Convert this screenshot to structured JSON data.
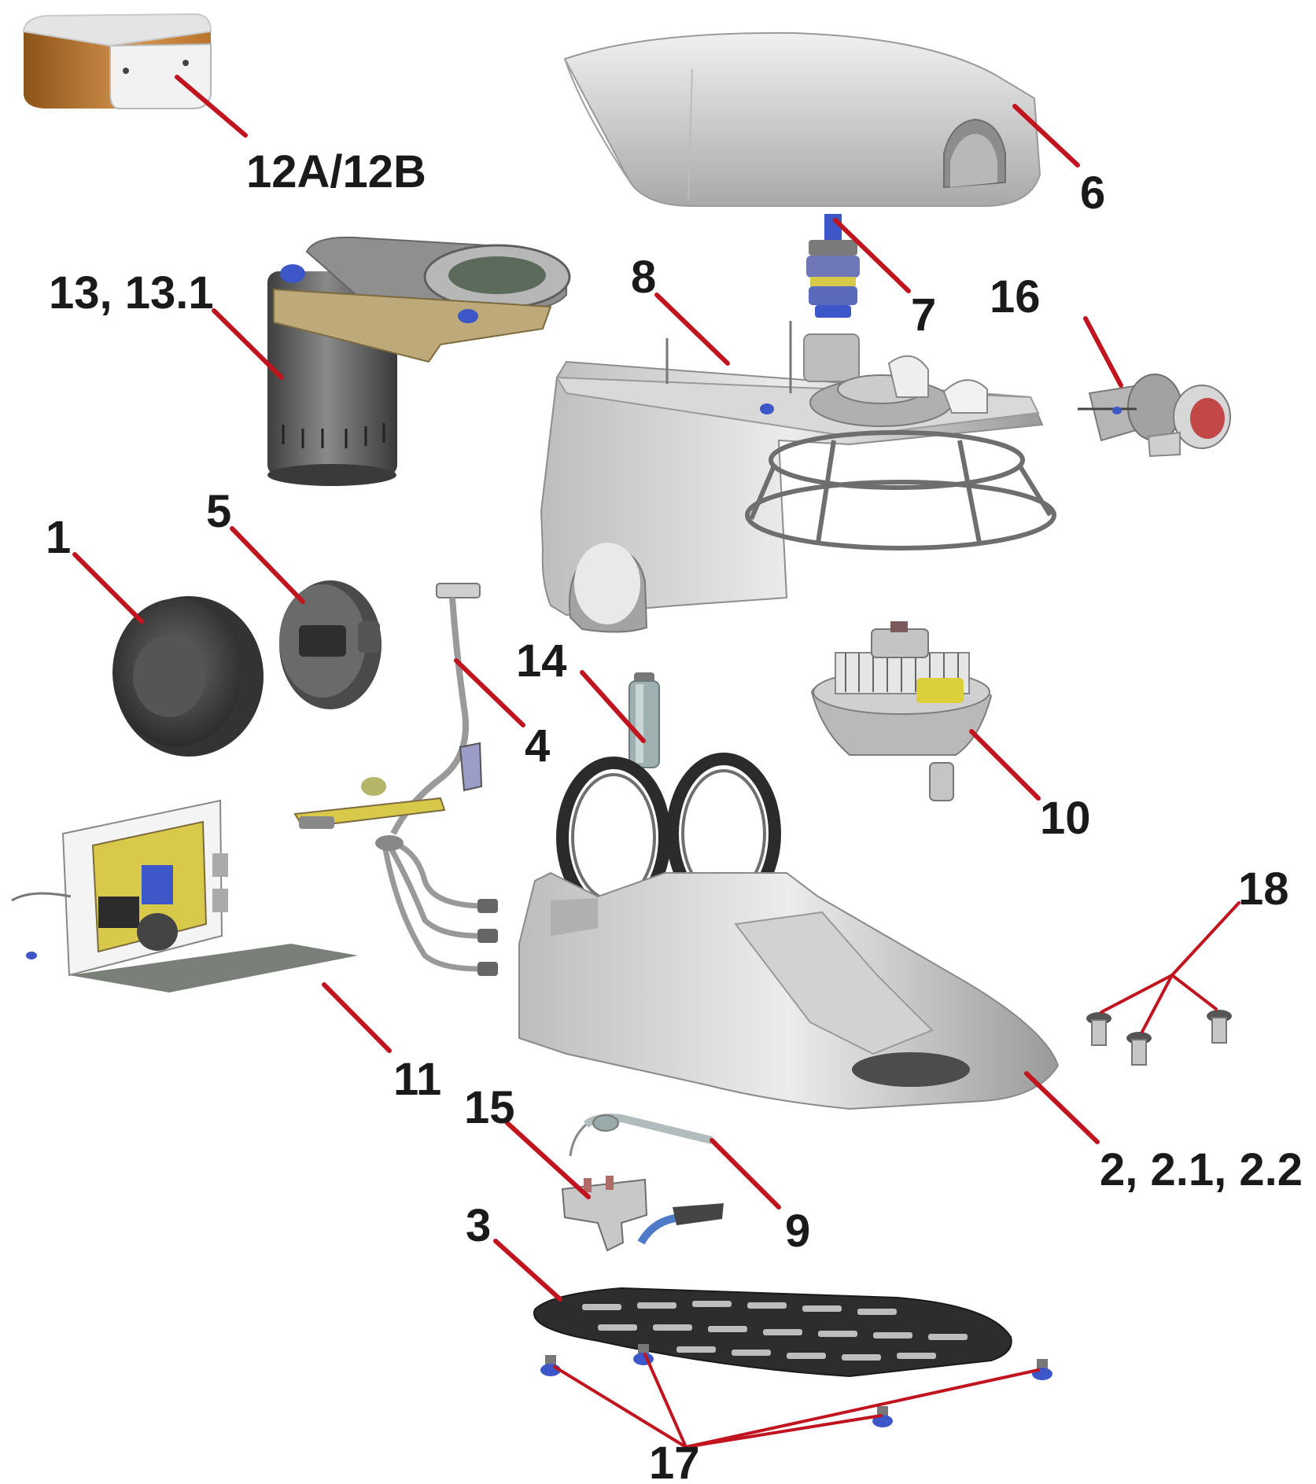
{
  "diagram": {
    "colors": {
      "leader": "#c0151f",
      "label": "#1a1a1a",
      "part_grey": "#c9c9c9",
      "part_dark": "#5a5a5a",
      "fastener_blue": "#3d57c8",
      "board_yellow": "#d8c94a",
      "housing_orange": "#b8742a"
    },
    "labels": {
      "p12": "12A/12B",
      "p6": "6",
      "p13": "13, 13.1",
      "p7": "7",
      "p8": "8",
      "p16": "16",
      "p1": "1",
      "p5": "5",
      "p4": "4",
      "p14": "14",
      "p10": "10",
      "p18": "18",
      "p11": "11",
      "p15": "15",
      "p2": "2, 2.1, 2.2",
      "p9": "9",
      "p3": "3",
      "p17": "17"
    }
  }
}
